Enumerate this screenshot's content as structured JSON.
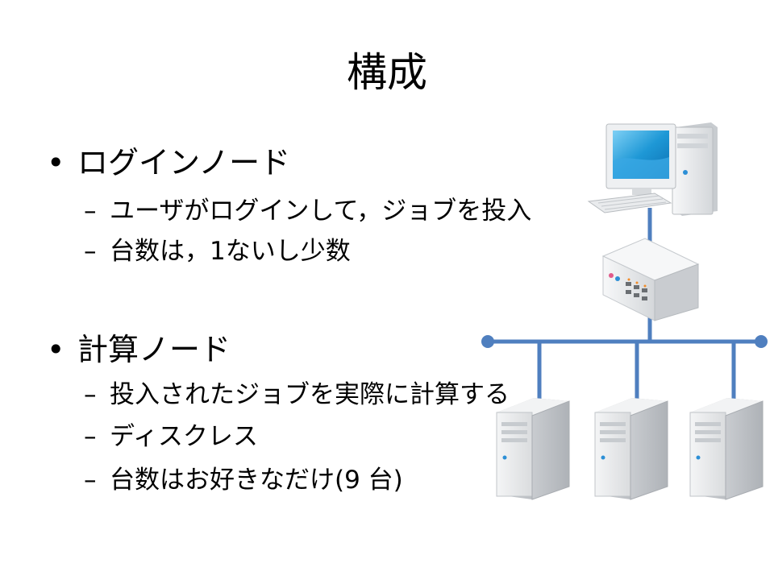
{
  "slide": {
    "title": "構成",
    "sections": [
      {
        "bullet": "•",
        "heading": "ログインノード",
        "items": [
          "ユーザがログインして，ジョブを投入",
          "台数は，1ないし少数"
        ]
      },
      {
        "bullet": "•",
        "heading": "計算ノード",
        "items": [
          "投入されたジョブを実際に計算する",
          "ディスクレス",
          "台数はお好きなだけ(9 台)"
        ]
      }
    ],
    "dash": "–"
  },
  "diagram": {
    "nodes": [
      {
        "role": "login-pc"
      },
      {
        "role": "network-switch"
      },
      {
        "role": "compute-server"
      },
      {
        "role": "compute-server"
      },
      {
        "role": "compute-server"
      }
    ],
    "colors": {
      "line": "#4f7fbf",
      "pc_body": "#eef0f2",
      "screen": "#1e98d6",
      "server_body": "#e4e6e8",
      "accent_blue": "#2c8fd6"
    }
  }
}
